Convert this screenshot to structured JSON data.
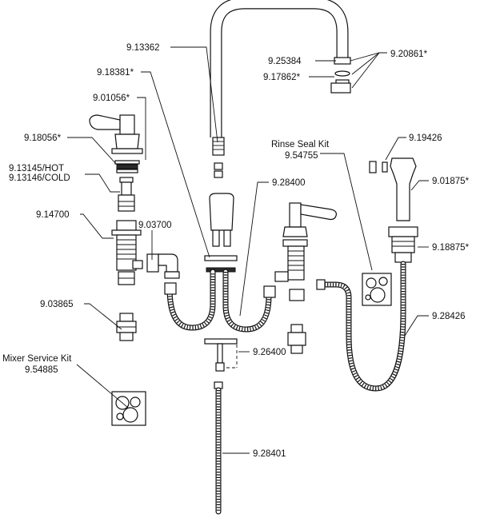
{
  "labels": {
    "p913362": "9.13362",
    "p918381": "9.18381*",
    "p901056": "9.01056*",
    "p918056": "9.18056*",
    "p913145": "9.13145/HOT",
    "p913146": "9.13146/COLD",
    "p914700": "9.14700",
    "p903700": "9.03700",
    "p903865": "9.03865",
    "mixer_kit_title": "Mixer Service Kit",
    "mixer_kit_number": "9.54885",
    "p920861": "9.20861*",
    "p925384": "9.25384",
    "p917862": "9.17862*",
    "rinse_kit_title": "Rinse Seal Kit",
    "rinse_kit_number": "9.54755",
    "p919426": "9.19426",
    "p901875": "9.01875*",
    "p928400": "9.28400",
    "p918875": "9.18875*",
    "p928426": "9.28426",
    "p926400": "9.26400",
    "p928401": "9.28401"
  }
}
